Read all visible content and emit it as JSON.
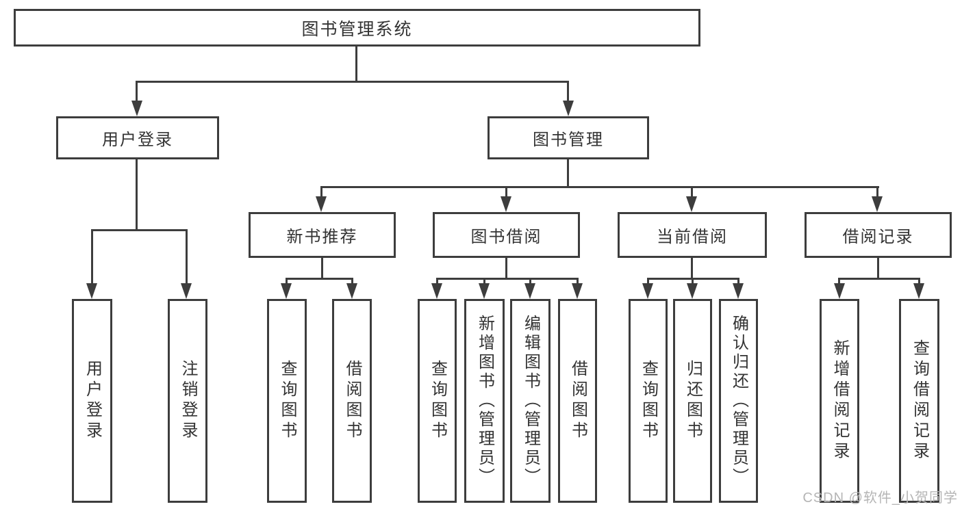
{
  "colors": {
    "line": "#3d3d3d",
    "text": "#333333",
    "background": "#ffffff",
    "watermark_color": "#b5b5b5"
  },
  "watermark": {
    "text": "CSDN @软件_小贺同学"
  },
  "nodes": {
    "root": "图书管理系统",
    "l2": [
      "用户登录",
      "图书管理"
    ],
    "l3": [
      "新书推荐",
      "图书借阅",
      "当前借阅",
      "借阅记录"
    ],
    "l4": {
      "user_login": [
        "用户登录",
        "注销登录"
      ],
      "new_books": [
        "查询图书",
        "借阅图书"
      ],
      "book_borrow": [
        "查询图书",
        "新增图书（管理员）",
        "编辑图书（管理员）",
        "借阅图书"
      ],
      "current_borrow": [
        "查询图书",
        "归还图书",
        "确认归还（管理员）"
      ],
      "borrow_records": [
        "新增借阅记录",
        "查询借阅记录"
      ]
    }
  }
}
